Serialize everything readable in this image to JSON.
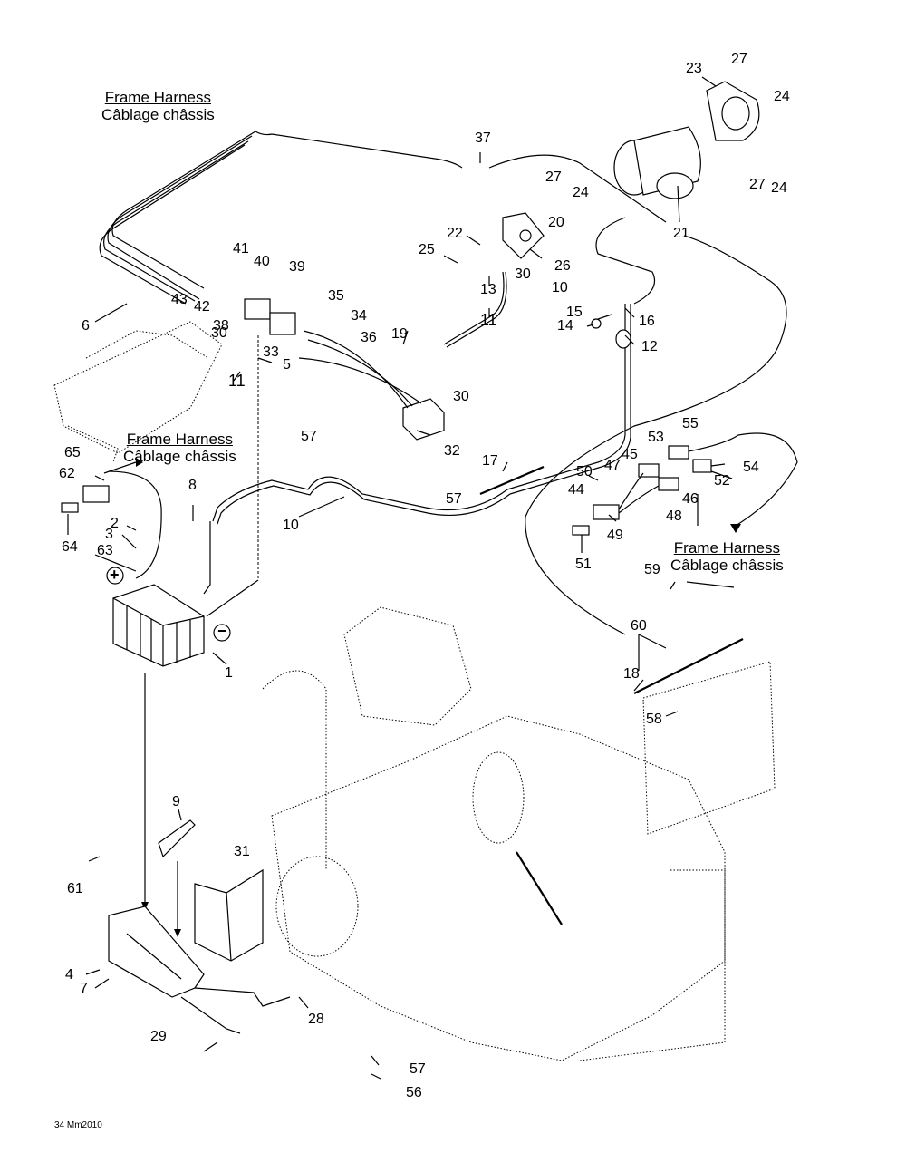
{
  "diagram": {
    "title": "Electrical system parts diagram",
    "harness_label": {
      "en": "Frame Harness",
      "fr": "Câblage châssis"
    },
    "footer_code": "34 Mm2010",
    "polarity": {
      "positive": "+",
      "negative": "−"
    },
    "callouts": [
      {
        "id": "c1",
        "text": "1"
      },
      {
        "id": "c2",
        "text": "2"
      },
      {
        "id": "c3",
        "text": "3"
      },
      {
        "id": "c4",
        "text": "4"
      },
      {
        "id": "c5",
        "text": "5"
      },
      {
        "id": "c6",
        "text": "6"
      },
      {
        "id": "c7",
        "text": "7"
      },
      {
        "id": "c8",
        "text": "8"
      },
      {
        "id": "c9",
        "text": "9"
      },
      {
        "id": "c10a",
        "text": "10"
      },
      {
        "id": "c10b",
        "text": "10"
      },
      {
        "id": "c11a",
        "text": "11"
      },
      {
        "id": "c11b",
        "text": "11"
      },
      {
        "id": "c12",
        "text": "12"
      },
      {
        "id": "c13",
        "text": "13"
      },
      {
        "id": "c14",
        "text": "14"
      },
      {
        "id": "c15",
        "text": "15"
      },
      {
        "id": "c16",
        "text": "16"
      },
      {
        "id": "c17",
        "text": "17"
      },
      {
        "id": "c18",
        "text": "18"
      },
      {
        "id": "c19",
        "text": "19"
      },
      {
        "id": "c20",
        "text": "20"
      },
      {
        "id": "c21",
        "text": "21"
      },
      {
        "id": "c22",
        "text": "22"
      },
      {
        "id": "c23",
        "text": "23"
      },
      {
        "id": "c24a",
        "text": "24"
      },
      {
        "id": "c24b",
        "text": "24"
      },
      {
        "id": "c24c",
        "text": "24"
      },
      {
        "id": "c25",
        "text": "25"
      },
      {
        "id": "c26",
        "text": "26"
      },
      {
        "id": "c27a",
        "text": "27"
      },
      {
        "id": "c27b",
        "text": "27"
      },
      {
        "id": "c27c",
        "text": "27"
      },
      {
        "id": "c28",
        "text": "28"
      },
      {
        "id": "c29",
        "text": "29"
      },
      {
        "id": "c30a",
        "text": "30"
      },
      {
        "id": "c30b",
        "text": "30"
      },
      {
        "id": "c30c",
        "text": "30"
      },
      {
        "id": "c31",
        "text": "31"
      },
      {
        "id": "c32",
        "text": "32"
      },
      {
        "id": "c33",
        "text": "33"
      },
      {
        "id": "c34",
        "text": "34"
      },
      {
        "id": "c35",
        "text": "35"
      },
      {
        "id": "c36",
        "text": "36"
      },
      {
        "id": "c37",
        "text": "37"
      },
      {
        "id": "c38",
        "text": "38"
      },
      {
        "id": "c39",
        "text": "39"
      },
      {
        "id": "c40",
        "text": "40"
      },
      {
        "id": "c41",
        "text": "41"
      },
      {
        "id": "c42",
        "text": "42"
      },
      {
        "id": "c43",
        "text": "43"
      },
      {
        "id": "c44",
        "text": "44"
      },
      {
        "id": "c45",
        "text": "45"
      },
      {
        "id": "c46",
        "text": "46"
      },
      {
        "id": "c47",
        "text": "47"
      },
      {
        "id": "c48",
        "text": "48"
      },
      {
        "id": "c49",
        "text": "49"
      },
      {
        "id": "c50",
        "text": "50"
      },
      {
        "id": "c51",
        "text": "51"
      },
      {
        "id": "c52",
        "text": "52"
      },
      {
        "id": "c53",
        "text": "53"
      },
      {
        "id": "c54",
        "text": "54"
      },
      {
        "id": "c55",
        "text": "55"
      },
      {
        "id": "c56",
        "text": "56"
      },
      {
        "id": "c57a",
        "text": "57"
      },
      {
        "id": "c57b",
        "text": "57"
      },
      {
        "id": "c57c",
        "text": "57"
      },
      {
        "id": "c58",
        "text": "58"
      },
      {
        "id": "c59",
        "text": "59"
      },
      {
        "id": "c60",
        "text": "60"
      },
      {
        "id": "c61",
        "text": "61"
      },
      {
        "id": "c62",
        "text": "62"
      },
      {
        "id": "c63",
        "text": "63"
      },
      {
        "id": "c64",
        "text": "64"
      },
      {
        "id": "c65",
        "text": "65"
      }
    ]
  }
}
